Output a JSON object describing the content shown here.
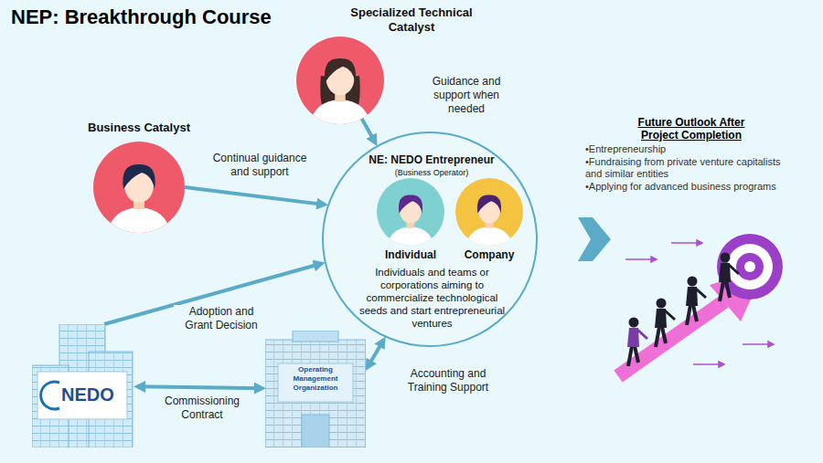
{
  "diagram": {
    "title": "NEP: Breakthrough Course",
    "nodes": [
      {
        "text": [
          "Specialized Technical Catalyst"
        ]
      },
      {
        "text": [
          "Business Catalyst"
        ]
      },
      {
        "text": [
          "NE: NEDO Entrepreneur",
          "(Business Operator)",
          "Individuals and teams or corporations aiming to commercialize technological seeds and start entrepreneurial ventures"
        ]
      },
      {
        "text": [
          "Individual"
        ],
        "in": 2
      },
      {
        "text": [
          "Company"
        ],
        "in": 2
      },
      {
        "text": [
          "NEDO"
        ]
      },
      {
        "text": [
          "Operating Management Organization"
        ]
      }
    ],
    "edges": [
      {
        "from": 0,
        "to": 2,
        "label": "Guidance and support when needed",
        "arrow": "to"
      },
      {
        "from": 1,
        "to": 2,
        "label": "Continual guidance and support",
        "arrow": "to"
      },
      {
        "from": 5,
        "to": 2,
        "label": "Adoption and Grant Decision",
        "arrow": "to"
      },
      {
        "from": 5,
        "to": 6,
        "label": "Commissioning Contract",
        "arrow": "both"
      },
      {
        "from": 6,
        "to": 2,
        "label": "Accounting and Training Support",
        "arrow": "both"
      }
    ],
    "labels": [
      "Future Outlook After Project Completion",
      "•Entrepreneurship",
      "•Fundraising from private venture capitalists and similar entities",
      "•Applying for advanced business programs"
    ]
  }
}
